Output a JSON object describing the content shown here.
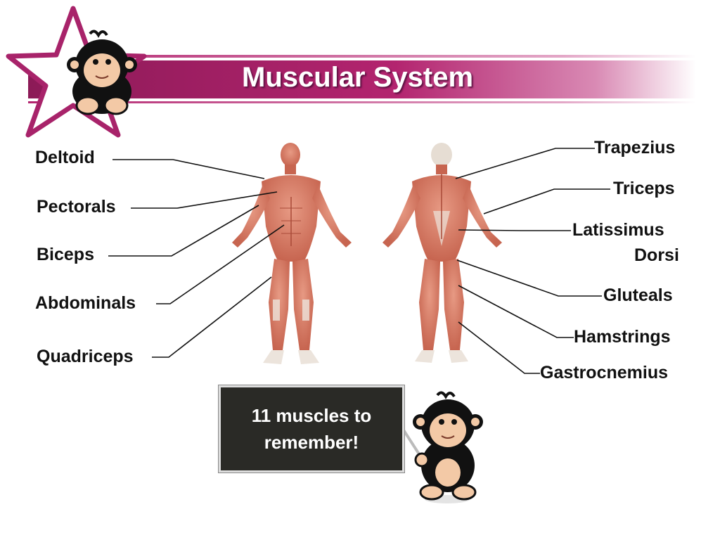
{
  "title": "Muscular System",
  "labels_front": {
    "deltoid": "Deltoid",
    "pectorals": "Pectorals",
    "biceps": "Biceps",
    "abdominals": "Abdominals",
    "quadriceps": "Quadriceps"
  },
  "labels_back": {
    "trapezius": "Trapezius",
    "triceps": "Triceps",
    "latissimus_line1": "Latissimus",
    "latissimus_line2": "Dorsi",
    "gluteals": "Gluteals",
    "hamstrings": "Hamstrings",
    "gastrocnemius": "Gastrocnemius"
  },
  "board": {
    "line1": "11 muscles to",
    "line2": "remember!"
  },
  "colors": {
    "banner": "#b3246f",
    "banner_dark": "#8c1a57",
    "star": "#a8236a",
    "muscle": "#d9846e",
    "skin_dark": "#b05a46",
    "tendon": "#ece4dc",
    "board": "#2a2a26",
    "monkey_fur": "#111111",
    "monkey_face": "#f3c9a6"
  },
  "icons": [
    "star-icon",
    "monkey-mascot",
    "pointer-stick"
  ]
}
